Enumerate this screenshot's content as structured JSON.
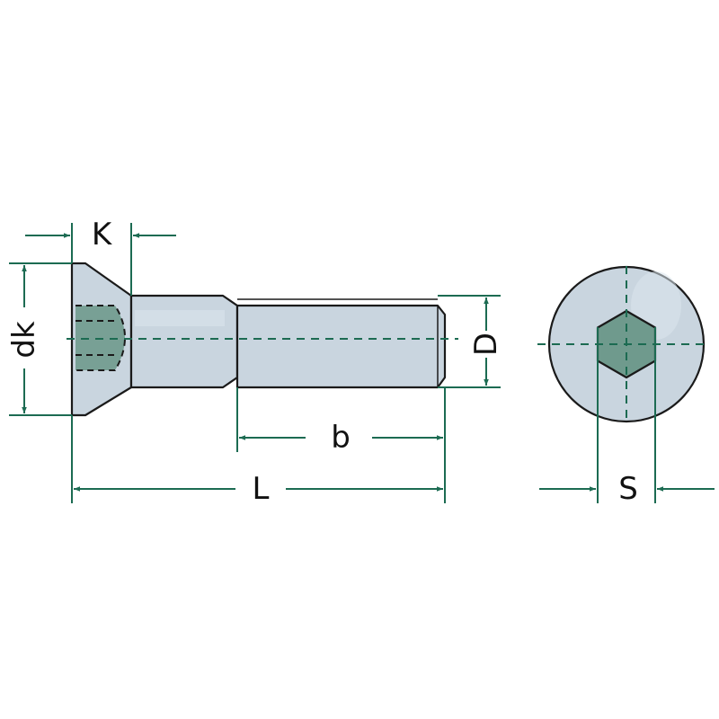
{
  "colors": {
    "body_fill": "#c9d5df",
    "body_fill_light": "#dbe5ec",
    "socket_fill": "#6f9a8d",
    "dimension_line": "#1c6b52",
    "outline": "#1a1a1a"
  },
  "labels": {
    "head_height": "K",
    "head_diameter": "dk",
    "nominal_diameter": "D",
    "thread_length": "b",
    "total_length": "L",
    "socket_size": "S"
  }
}
